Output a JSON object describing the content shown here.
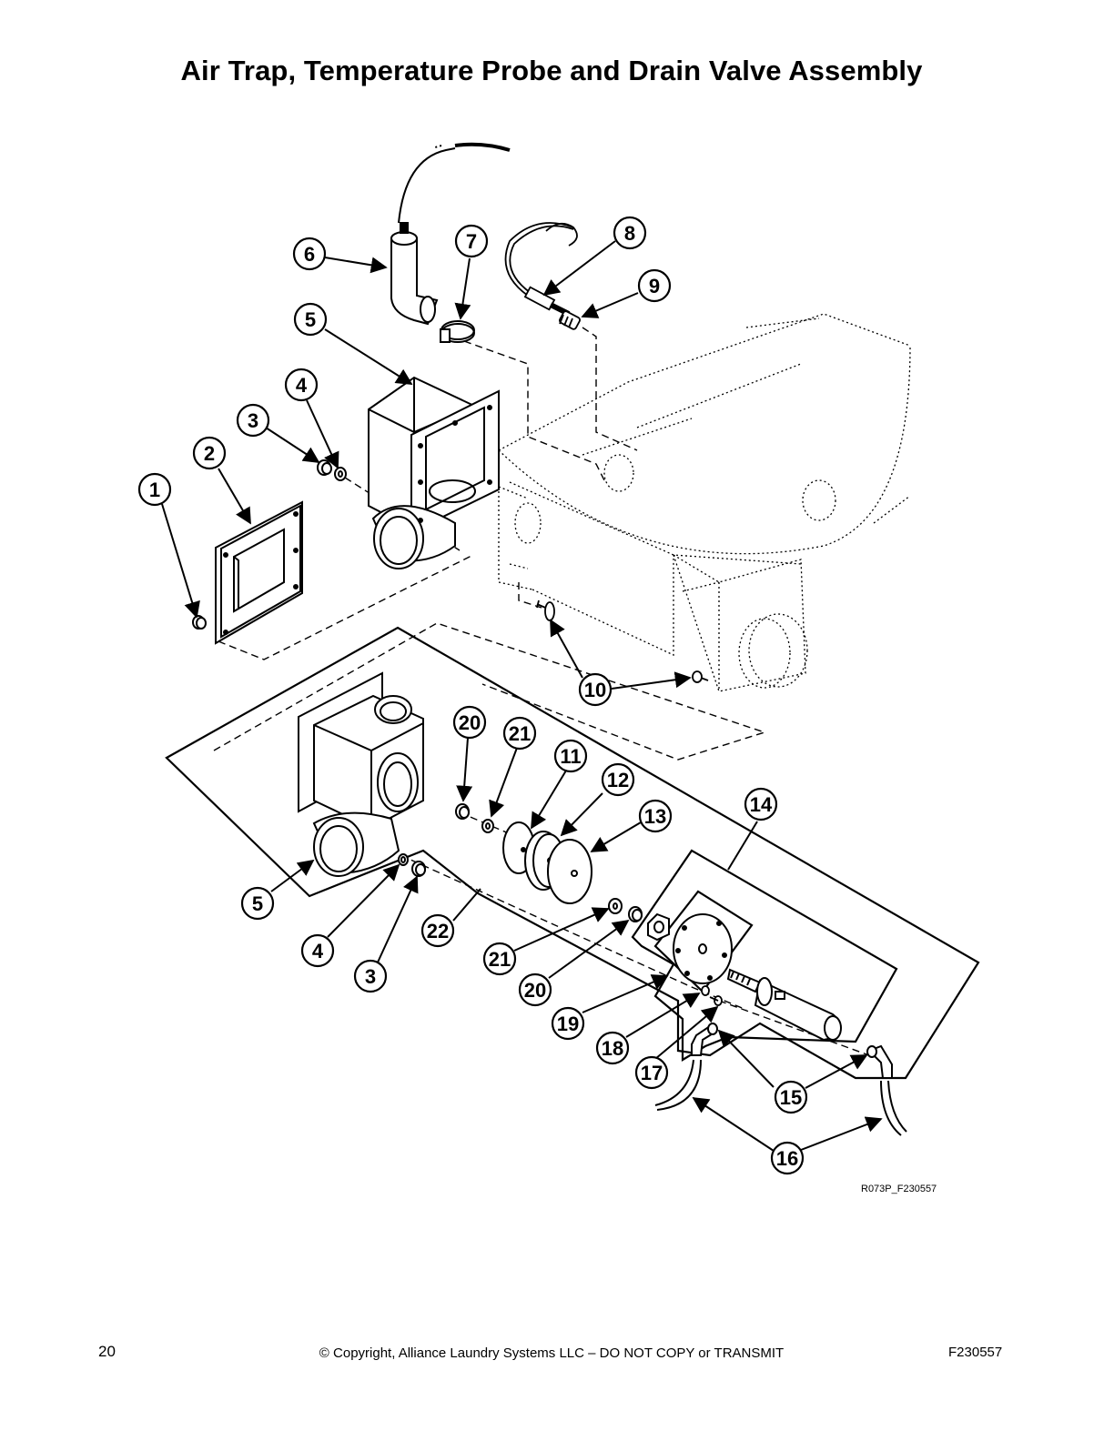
{
  "page": {
    "title": "Air Trap, Temperature Probe and Drain Valve Assembly",
    "figure_ref": "R073P_F230557",
    "page_number": "20",
    "copyright": "© Copyright, Alliance Laundry Systems LLC – DO NOT COPY or TRANSMIT",
    "doc_number": "F230557"
  },
  "callouts": [
    "1",
    "2",
    "3",
    "4",
    "5",
    "6",
    "7",
    "8",
    "9",
    "10",
    "11",
    "12",
    "13",
    "14",
    "15",
    "16",
    "17",
    "18",
    "19",
    "20",
    "21",
    "22"
  ],
  "colors": {
    "ink": "#000000",
    "paper": "#ffffff"
  }
}
